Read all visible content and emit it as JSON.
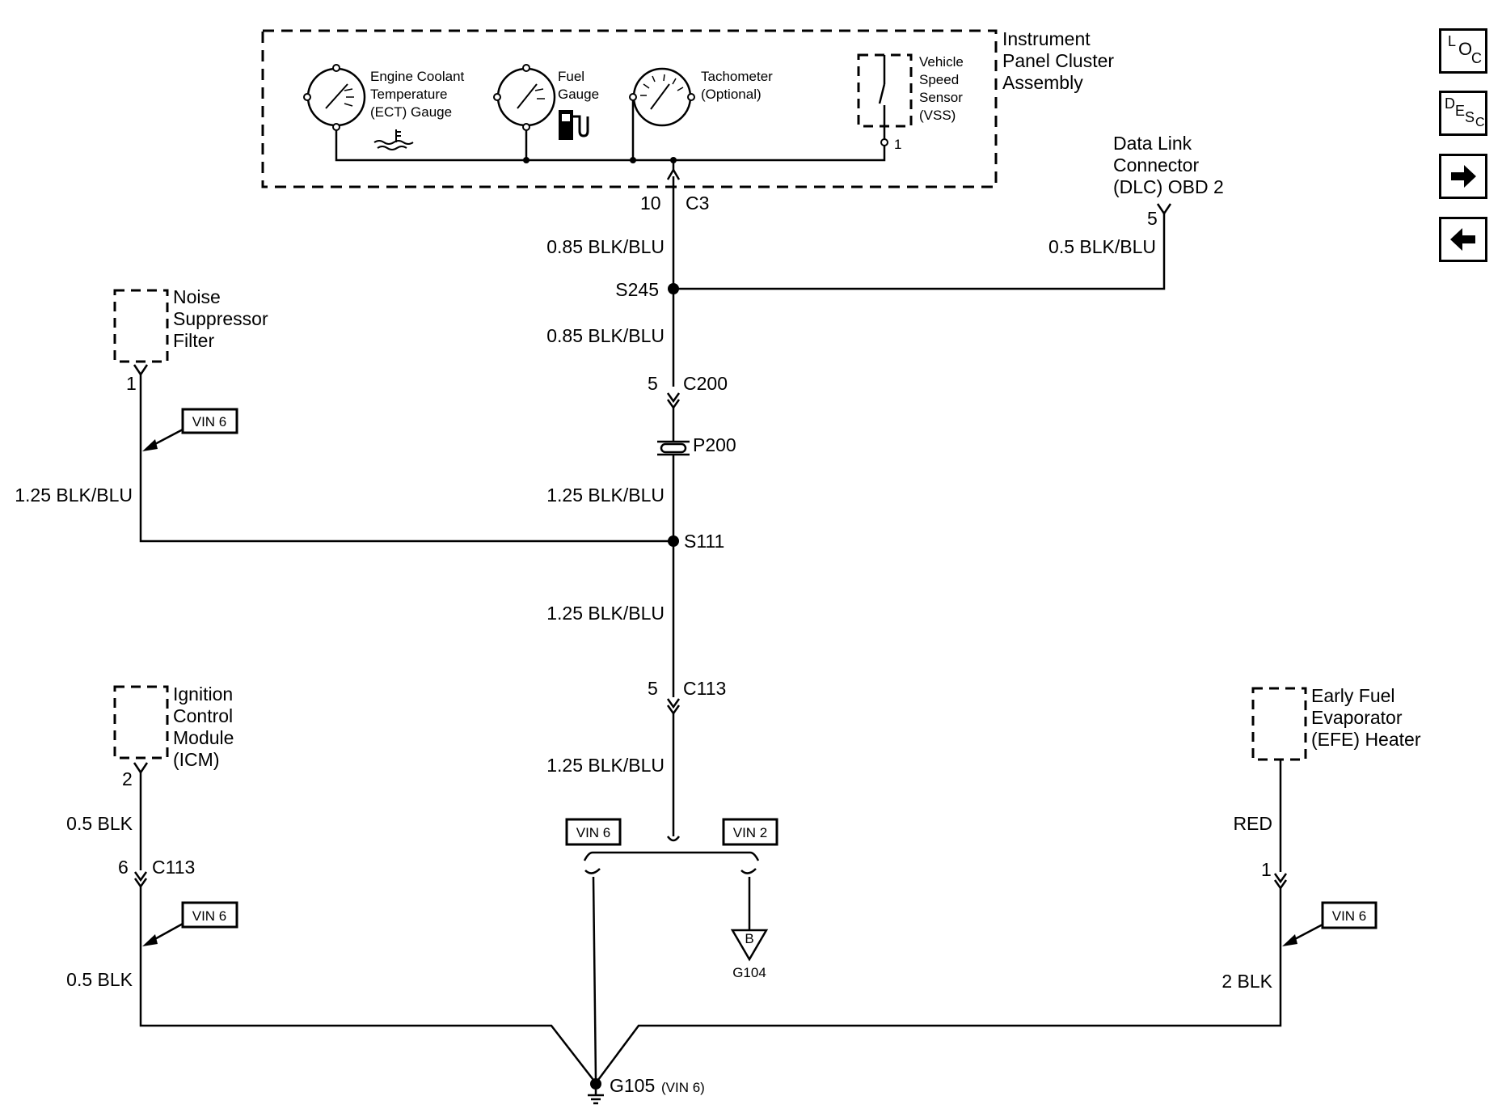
{
  "components": {
    "ipc": {
      "title_lines": [
        "Instrument",
        "Panel Cluster",
        "Assembly"
      ]
    },
    "ect_gauge": {
      "lines": [
        "Engine Coolant",
        "Temperature",
        "(ECT) Gauge"
      ]
    },
    "fuel_gauge": {
      "lines": [
        "Fuel",
        "Gauge"
      ]
    },
    "tachometer": {
      "lines": [
        "Tachometer",
        "(Optional)"
      ]
    },
    "vss": {
      "lines": [
        "Vehicle",
        "Speed",
        "Sensor",
        "(VSS)"
      ],
      "pin": "1"
    },
    "dlc": {
      "lines": [
        "Data Link",
        "Connector",
        "(DLC) OBD 2"
      ],
      "pin": "5",
      "wire": "0.5 BLK/BLU"
    },
    "noise_filter": {
      "lines": [
        "Noise",
        "Suppressor",
        "Filter"
      ],
      "pin": "1",
      "wire": "1.25 BLK/BLU"
    },
    "icm": {
      "lines": [
        "Ignition",
        "Control",
        "Module",
        "(ICM)"
      ],
      "pin": "2"
    },
    "efe": {
      "lines": [
        "Early Fuel",
        "Evaporator",
        "(EFE) Heater"
      ],
      "pin": "1"
    }
  },
  "connectors": {
    "c3": {
      "pin": "10",
      "name": "C3"
    },
    "c200": {
      "pin": "5",
      "name": "C200"
    },
    "p200": {
      "name": "P200"
    },
    "c113_main": {
      "pin": "5",
      "name": "C113"
    },
    "c113_left": {
      "pin": "6",
      "name": "C113"
    }
  },
  "splices": {
    "s245": "S245",
    "s111": "S111"
  },
  "wires": {
    "main_1": "0.85 BLK/BLU",
    "main_2": "0.85 BLK/BLU",
    "main_3": "1.25 BLK/BLU",
    "main_4": "1.25 BLK/BLU",
    "main_5": "1.25 BLK/BLU",
    "icm_1": "0.5 BLK",
    "icm_2": "0.5 BLK",
    "efe_1": "RED",
    "efe_2": "2 BLK"
  },
  "vin_tags": {
    "noise": "VIN 6",
    "icm": "VIN 6",
    "efe": "VIN 6",
    "ground_left": "VIN 6",
    "ground_right": "VIN 2"
  },
  "grounds": {
    "g104": {
      "name": "G104",
      "letter": "B"
    },
    "g105": {
      "name": "G105",
      "note": "(VIN 6)"
    }
  },
  "nav": {
    "loc": {
      "a": "L",
      "b": "O",
      "c": "C"
    },
    "desc": {
      "a": "D",
      "b": "E",
      "c": "S",
      "d": "C"
    },
    "next_icon": "arrow-right-icon",
    "prev_icon": "arrow-left-icon"
  }
}
